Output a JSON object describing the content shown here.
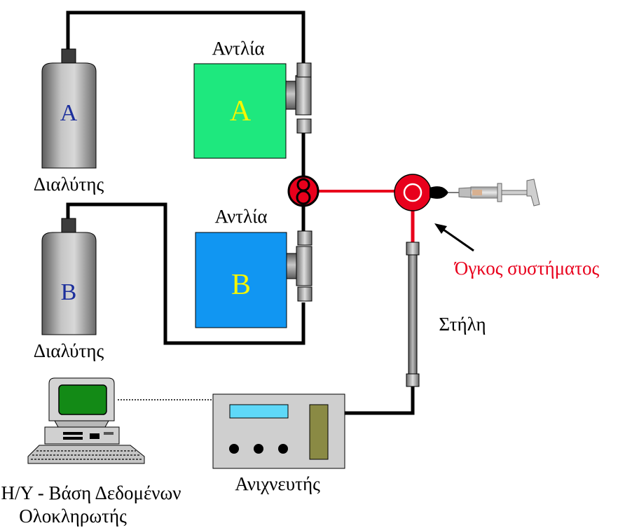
{
  "solvent_a": {
    "letter": "A",
    "label": "Διαλύτης"
  },
  "solvent_b": {
    "letter": "B",
    "label": "Διαλύτης"
  },
  "pump_a": {
    "title": "Αντλία",
    "letter": "A"
  },
  "pump_b": {
    "title": "Αντλία",
    "letter": "B"
  },
  "mixer": {
    "symbol": "8"
  },
  "injection_volume_label": "Όγκος συστήματος",
  "column_label": "Στήλη",
  "detector_label": "Ανιχνευτής",
  "computer_label_line1": "Η/Υ - Βάση Δεδομένων",
  "computer_label_line2": "Ολοκληρωτής",
  "colors": {
    "pump_a": "#1ee87e",
    "pump_b": "#1196f2",
    "tubing": "#000000",
    "mixer_line": "#e8001c",
    "annotation_red": "#e8001c",
    "bottle_grey": "#9a9a9a"
  }
}
